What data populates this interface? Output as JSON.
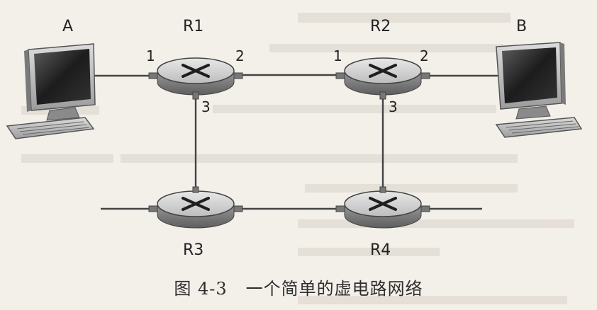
{
  "diagram": {
    "hosts": [
      {
        "id": "A",
        "label": "A"
      },
      {
        "id": "B",
        "label": "B"
      }
    ],
    "routers": [
      {
        "id": "R1",
        "label": "R1",
        "interfaces": {
          "left": "1",
          "right": "2",
          "bottom": "3"
        }
      },
      {
        "id": "R2",
        "label": "R2",
        "interfaces": {
          "left": "1",
          "right": "2",
          "bottom": "3"
        }
      },
      {
        "id": "R3",
        "label": "R3"
      },
      {
        "id": "R4",
        "label": "R4"
      }
    ],
    "links": [
      {
        "from": "A",
        "to": "R1.1"
      },
      {
        "from": "R1.2",
        "to": "R2.1"
      },
      {
        "from": "R2.2",
        "to": "B"
      },
      {
        "from": "R1.3",
        "to": "R3"
      },
      {
        "from": "R2.3",
        "to": "R4"
      },
      {
        "from": "R3",
        "to": "R4"
      }
    ]
  },
  "caption": {
    "figure_number": "图 4-3",
    "title": "一个简单的虚电路网络"
  }
}
